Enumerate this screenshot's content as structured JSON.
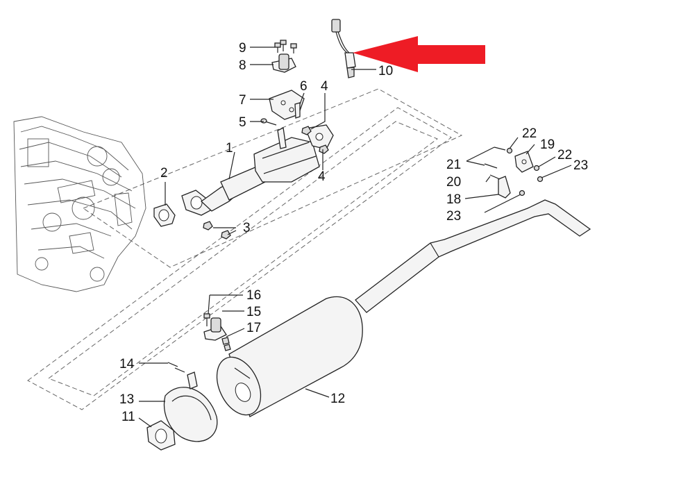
{
  "callouts": [
    {
      "id": "c1",
      "text": "1"
    },
    {
      "id": "c2",
      "text": "2"
    },
    {
      "id": "c3",
      "text": "3"
    },
    {
      "id": "c4a",
      "text": "4"
    },
    {
      "id": "c4b",
      "text": "4"
    },
    {
      "id": "c5",
      "text": "5"
    },
    {
      "id": "c6",
      "text": "6"
    },
    {
      "id": "c7",
      "text": "7"
    },
    {
      "id": "c8",
      "text": "8"
    },
    {
      "id": "c9",
      "text": "9"
    },
    {
      "id": "c10",
      "text": "10"
    },
    {
      "id": "c11",
      "text": "11"
    },
    {
      "id": "c12",
      "text": "12"
    },
    {
      "id": "c13",
      "text": "13"
    },
    {
      "id": "c14",
      "text": "14"
    },
    {
      "id": "c15",
      "text": "15"
    },
    {
      "id": "c16",
      "text": "16"
    },
    {
      "id": "c17",
      "text": "17"
    },
    {
      "id": "c18",
      "text": "18"
    },
    {
      "id": "c19",
      "text": "19"
    },
    {
      "id": "c20",
      "text": "20"
    },
    {
      "id": "c21",
      "text": "21"
    },
    {
      "id": "c22a",
      "text": "22"
    },
    {
      "id": "c22b",
      "text": "22"
    },
    {
      "id": "c23a",
      "text": "23"
    },
    {
      "id": "c23b",
      "text": "23"
    }
  ],
  "colors": {
    "arrow": "#ee1c25",
    "line": "#222222",
    "part_fill": "#f4f4f4"
  },
  "icons": {
    "highlight": "red-arrow-icon"
  }
}
